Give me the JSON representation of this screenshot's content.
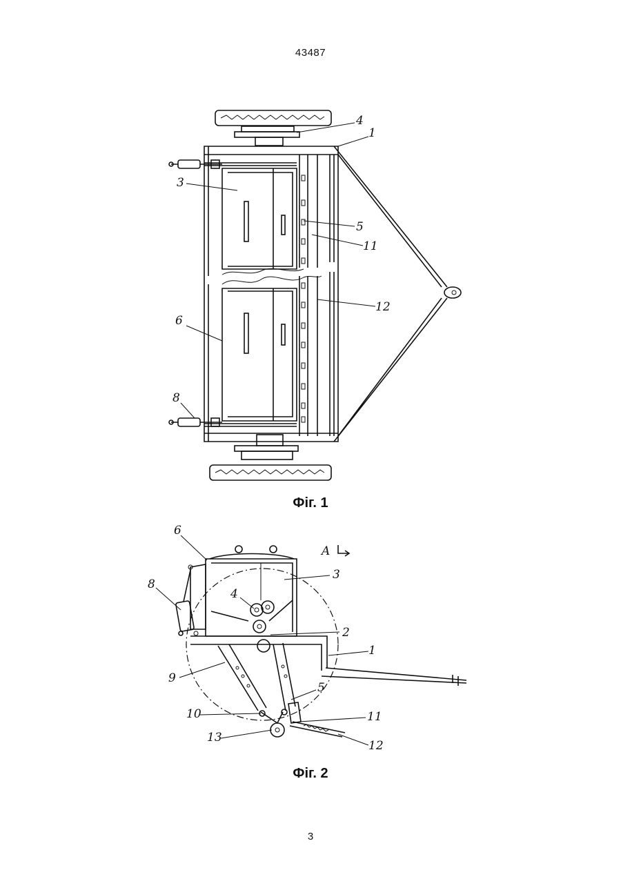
{
  "document": {
    "number": "43487",
    "page": "3"
  },
  "figure1": {
    "caption": "Фіг. 1",
    "labels": {
      "l1": "1",
      "l3": "3",
      "l4": "4",
      "l5": "5",
      "l6": "6",
      "l8": "8",
      "l11": "11",
      "l12": "12"
    }
  },
  "figure2": {
    "caption": "Фіг. 2",
    "view_marker": "A",
    "labels": {
      "l1": "1",
      "l2": "2",
      "l3": "3",
      "l4": "4",
      "l5": "5",
      "l6": "6",
      "l8": "8",
      "l9": "9",
      "l10": "10",
      "l11": "11",
      "l12": "12",
      "l13": "13"
    }
  }
}
